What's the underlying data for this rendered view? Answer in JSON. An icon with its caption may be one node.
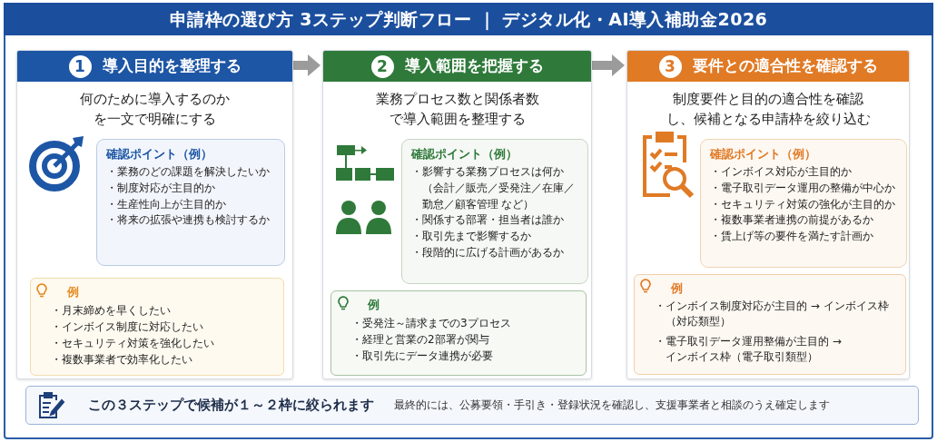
{
  "diagram": {
    "title": "申請枠の選び方 3ステップ判断フロー ｜ デジタル化・AI導入補助金2026",
    "nodes": [
      {
        "text": [
          "1",
          "導入目的を整理する",
          "何のために導入するのかを一文で明確にする"
        ]
      },
      {
        "text": [
          "確認ポイント（例）",
          "・業務のどの課題を解決したいか",
          "・制度対応が主目的か",
          "・生産性向上が主目的か",
          "・将来の拡張や連携も検討するか"
        ],
        "in": 0
      },
      {
        "text": [
          "例",
          "・月末締めを早くしたい",
          "・インボイス制度に対応したい",
          "・セキュリティ対策を強化したい",
          "・複数事業者で効率化したい"
        ],
        "in": 0
      },
      {
        "text": [
          "2",
          "導入範囲を把握する",
          "業務プロセス数と関係者数で導入範囲を整理する"
        ]
      },
      {
        "text": [
          "確認ポイント（例）",
          "・影響する業務プロセスは何か（会計／販売／受発注／在庫／勤怠／顧客管理 など）",
          "・関係する部署・担当者は誰か",
          "・取引先まで影響するか",
          "・段階的に広げる計画があるか"
        ],
        "in": 3
      },
      {
        "text": [
          "例",
          "・受発注～請求までの3プロセス",
          "・経理と営業の2部署が関与",
          "・取引先にデータ連携が必要"
        ],
        "in": 3
      },
      {
        "text": [
          "3",
          "要件との適合性を確認する",
          "制度要件と目的の適合性を確認し、候補となる申請枠を絞り込む"
        ]
      },
      {
        "text": [
          "確認ポイント（例）",
          "・インボイス対応が主目的か",
          "・電子取引データ運用の整備が中心か",
          "・セキュリティ対策の強化が主目的か",
          "・複数事業者連携の前提があるか",
          "・賃上げ等の要件を満たす計画か"
        ],
        "in": 6
      },
      {
        "text": [
          "例",
          "・インボイス制度対応が主目的 → インボイス枠（対応類型）",
          "・電子取引データ運用整備が主目的 → インボイス枠（電子取引類型）"
        ],
        "in": 6
      },
      {
        "text": [
          "この３ステップで候補が１～２枠に絞られます",
          "最終的には、公募要領・手引き・登録状況を確認し、支援事業者と相談のうえ確定します"
        ]
      }
    ],
    "edges": [
      {
        "from": 0,
        "to": 3,
        "arrow": "to"
      },
      {
        "from": 3,
        "to": 6,
        "arrow": "to"
      }
    ]
  }
}
